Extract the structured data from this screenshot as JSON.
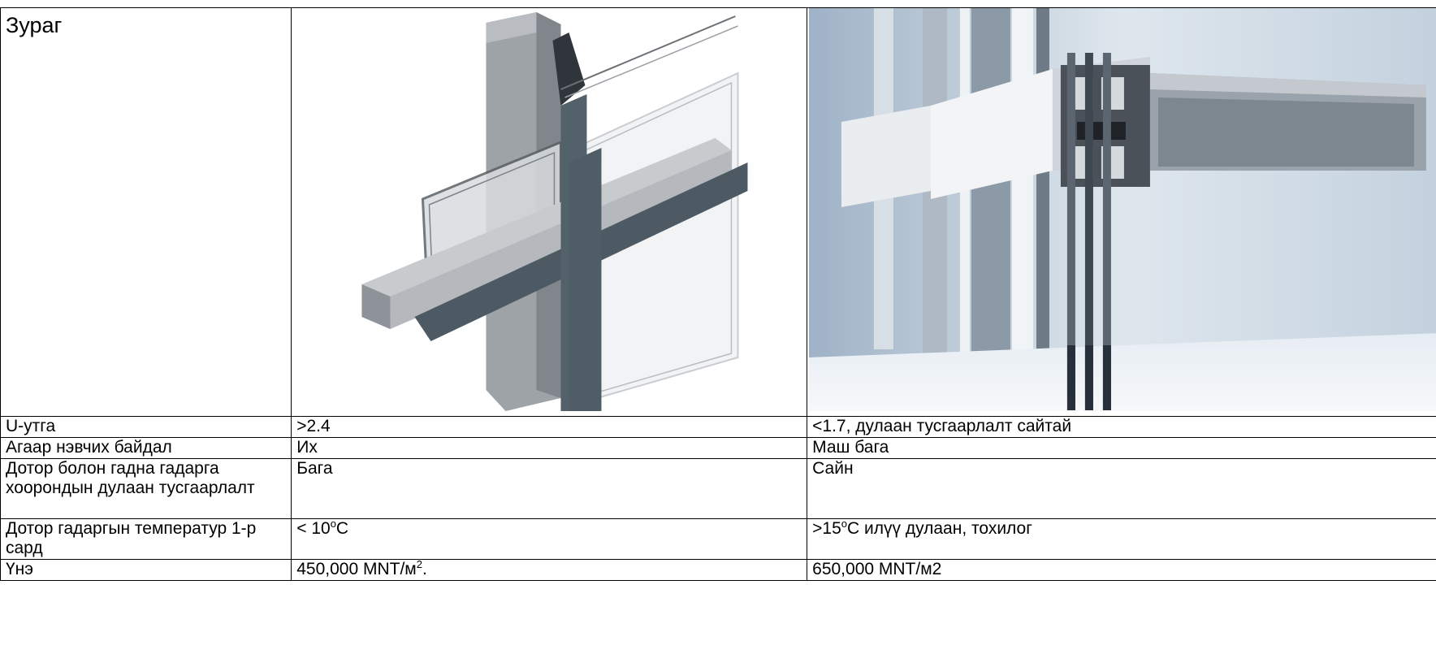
{
  "table": {
    "heading": "Зураг",
    "rows": [
      {
        "label": "U-утга",
        "left": ">2.4",
        "right": "<1.7, дулаан тусгаарлалт сайтай"
      },
      {
        "label": "Агаар нэвчих байдал",
        "left": "Их",
        "right": "Маш бага"
      },
      {
        "label": "Дотор болон гадна гадарга хоорондын дулаан тусгаарлалт",
        "left": "Бага",
        "right": "Сайн"
      },
      {
        "label": "Дотор гадаргын температур 1-р сард",
        "left_pre": "< 10",
        "left_sup": "o",
        "left_post": "C",
        "right_pre": ">15",
        "right_sup": "o",
        "right_post": "C илүү дулаан, тохилог"
      },
      {
        "label": "Үнэ",
        "left_pre": "450,000 MNT/м",
        "left_sup": "2",
        "left_post": ".",
        "right": "650,000 MNT/м2"
      }
    ]
  }
}
